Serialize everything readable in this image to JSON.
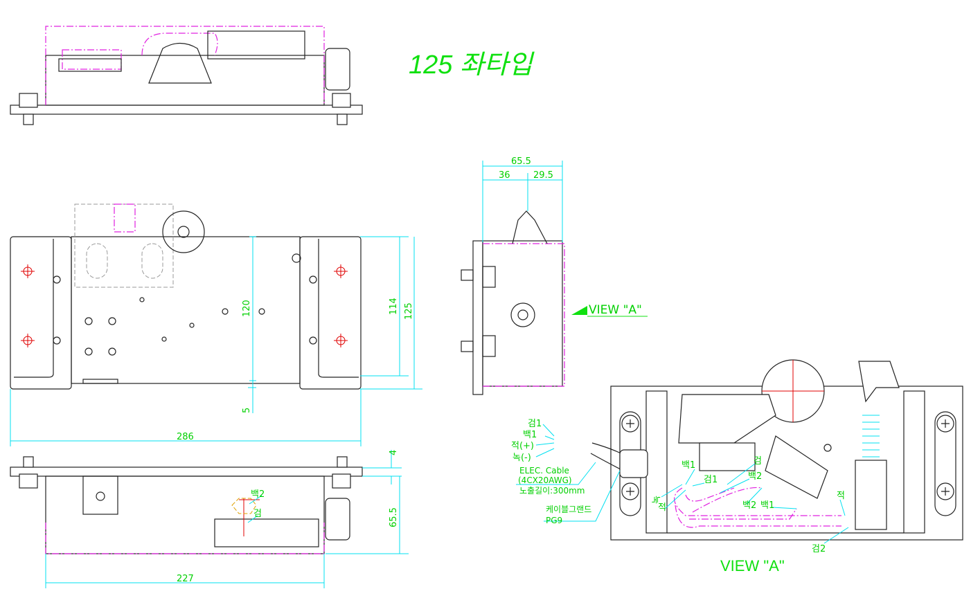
{
  "title": "125 좌타입",
  "dimensions": {
    "side_total": "65.5",
    "side_left": "36",
    "side_right": "29.5",
    "front_h1": "120",
    "front_h2": "114",
    "front_h3": "125",
    "front_offset": "5",
    "front_width": "286",
    "bottom_thk": "4",
    "bottom_h": "65.5",
    "bottom_width": "227"
  },
  "view_arrow_label": "VIEW \"A\"",
  "view_caption": "VIEW \"A\"",
  "bottom_labels": {
    "white2": "백2",
    "black": "검"
  },
  "cable": {
    "wire_black1": "검1",
    "wire_white1": "백1",
    "wire_red": "적(+)",
    "wire_green": "녹(-)",
    "cable_name": "ELEC. Cable",
    "cable_spec": "(4CX20AWG)",
    "cable_length": "노출길이:300mm",
    "gland_name": "케이블그랜드",
    "gland_spec": "PG9"
  },
  "internal_labels": {
    "white1_a": "백1",
    "black1": "검1",
    "green": "녹",
    "red_a": "적",
    "black": "검",
    "white2_a": "백2",
    "white2_b": "백2",
    "white1_b": "백1",
    "red_b": "적",
    "black2": "검2"
  }
}
